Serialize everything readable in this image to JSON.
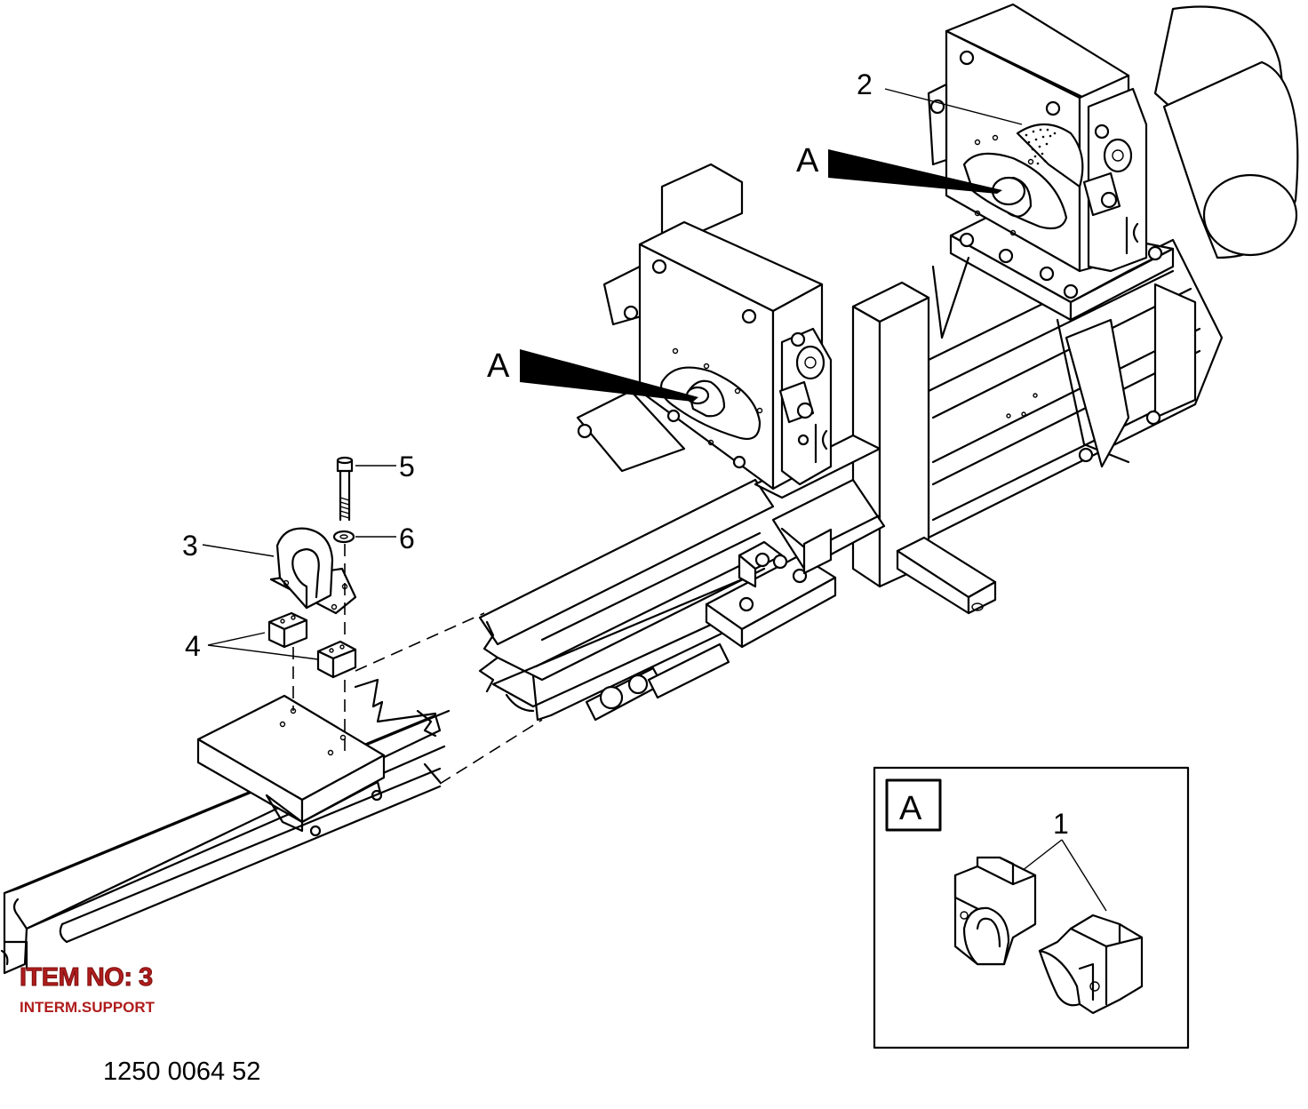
{
  "callouts": {
    "c1": "1",
    "c2": "2",
    "c3": "3",
    "c4": "4",
    "c5": "5",
    "c6": "6",
    "a_upper": "A",
    "a_lower": "A"
  },
  "detail": {
    "label": "A"
  },
  "item": {
    "title": "ITEM NO: 3",
    "name": "INTERM.SUPPORT"
  },
  "part_number": "1250 0064 52",
  "colors": {
    "item_label": "#b01c1c",
    "line": "#000000"
  }
}
